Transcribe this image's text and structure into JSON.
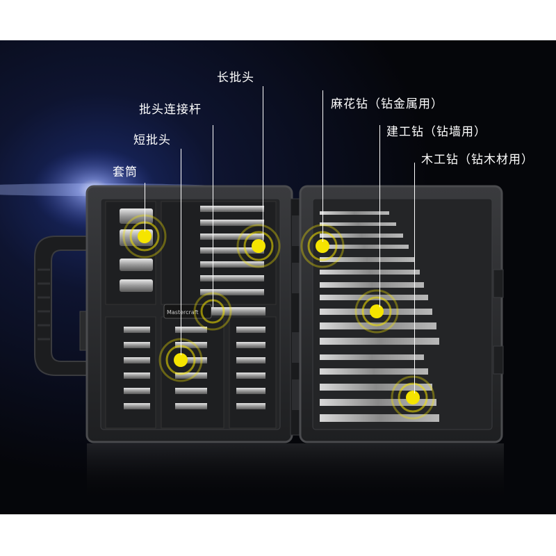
{
  "labels": {
    "socket": "套筒",
    "short_bit": "短批头",
    "extension_rod": "批头连接杆",
    "long_bit": "长批头",
    "twist_drill": "麻花钻（钻金属用）",
    "masonry_drill": "建工钻（钻墙用）",
    "wood_drill": "木工钻（钻木材用）"
  },
  "brand_text": "Mastercraft",
  "colors": {
    "background": "#0a0c12",
    "case": "#2a2b2d",
    "highlight": "#f5e400",
    "label_text": "#ffffff",
    "glow": "#6f86ff"
  }
}
